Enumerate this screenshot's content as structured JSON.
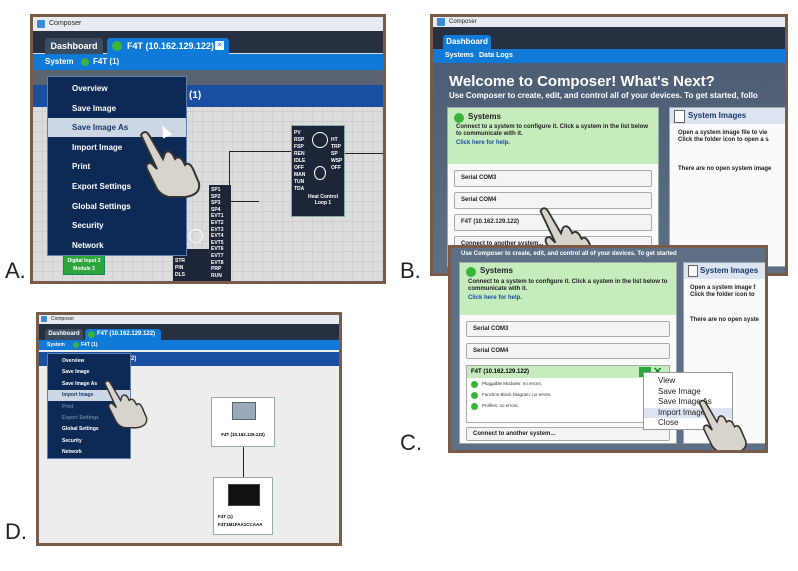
{
  "labels": {
    "a": "A.",
    "b": "B.",
    "c": "C.",
    "d": "D."
  },
  "panel_a": {
    "window_title": "Composer",
    "tabs": [
      "Dashboard",
      "F4T (10.162.129.122)"
    ],
    "system_label": "System",
    "device_label": "F4T (1)",
    "header_suffix": "(1)",
    "menu_items": [
      "Overview",
      "Save Image",
      "Save Image As",
      "Import Image",
      "Print",
      "Export Settings",
      "Global Settings",
      "Security",
      "Network"
    ],
    "highlighted": "Save Image As",
    "control_loop_inputs": [
      "PV",
      "RSP",
      "FSP",
      "REN",
      "IDLE",
      "OFF",
      "MAN",
      "TUN",
      "TDA"
    ],
    "control_loop_outputs": [
      "HT",
      "TRP",
      "SP",
      "WSP",
      "OFF"
    ],
    "control_loop_title": "Heat Control Loop 1",
    "left_col_tags": [
      "SP1",
      "SP2",
      "SP3",
      "SP4",
      "EVT1",
      "EVT2",
      "EVT3",
      "EVT4",
      "EVT5",
      "EVT6",
      "EVT7",
      "EVT8",
      "PRP",
      "RUN"
    ],
    "bottom_tags": [
      "S/T",
      "STR",
      "PIN",
      "DLS"
    ],
    "digital_input": "Digital Input 2 Module 3"
  },
  "panel_b": {
    "window_title": "Composer",
    "tab": "Dashboard",
    "nav": [
      "Systems",
      "Data Logs"
    ],
    "welcome_title": "Welcome to Composer! What's Next?",
    "welcome_subtitle": "Use Composer to create, edit, and control all of your devices. To get started, follo",
    "systems_title": "Systems",
    "systems_text": "Connect to a system to configure it. Click a system in the list below to communicate with it.",
    "help_link": "Click here for help.",
    "system_buttons": [
      "Serial COM3",
      "Serial COM4",
      "F4T (10.162.129.122)",
      "Connect to another system..."
    ],
    "images_title": "System Images",
    "images_text": "Open a system image file to vie\nClick the folder icon to open a s",
    "no_images": "There are no open system image"
  },
  "panel_c": {
    "banner": "Use Composer to create, edit, and control all of your devices. To get started",
    "systems_title": "Systems",
    "systems_text": "Connect to a system to configure it. Click a system in the list below to communicate with it.",
    "help_link": "Click here for help.",
    "system_buttons": [
      "Serial COM3",
      "Serial COM4"
    ],
    "selected_system": "F4T (10.162.129.122)",
    "status_rows": [
      "Pluggable Modules: no errors.",
      "Function Block Diagram: no errors.",
      "Profiles: no errors."
    ],
    "connect_other": "Connect to another system...",
    "images_title": "System Images",
    "images_text": "Open a system image f\nClick the folder icon to",
    "no_images": "There are no open syste",
    "context_menu": [
      "View",
      "Save Image",
      "Save Image As",
      "Import Image",
      "Close"
    ],
    "highlighted": "Import Image"
  },
  "panel_d": {
    "window_title": "Composer",
    "tabs": [
      "Dashboard",
      "F4T (10.162.129.122)"
    ],
    "system_label": "System",
    "device_label": "F4T (1)",
    "header_suffix": "2)",
    "menu_items": [
      "Overview",
      "Save Image",
      "Save Image As",
      "Import Image",
      "Print",
      "Export Settings",
      "Global Settings",
      "Security",
      "Network"
    ],
    "highlighted": "Import Image",
    "dimmed": [
      "Print",
      "Export Settings"
    ],
    "computer_label": "F4T (10.162.129.122)",
    "device_card_line1": "F4T (1)",
    "device_card_line2": "F4T1M1FAA1CCAAA"
  }
}
